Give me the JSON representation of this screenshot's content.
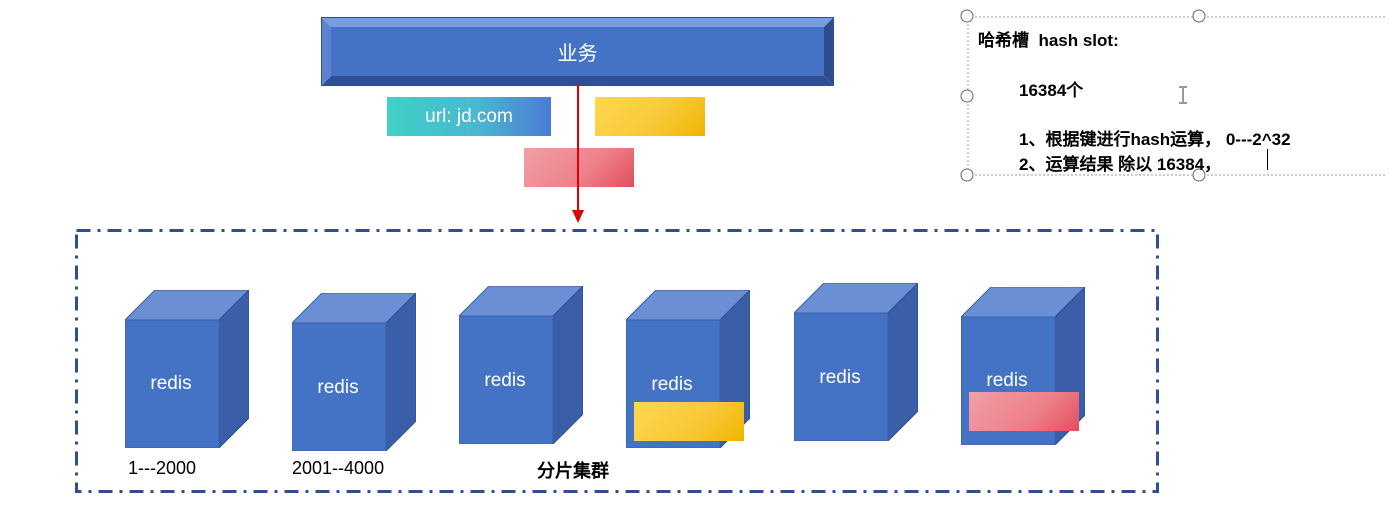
{
  "business": {
    "label": "业务"
  },
  "tags": {
    "url": "url: jd.com"
  },
  "hash_slot": {
    "title": "哈希槽  hash slot:",
    "count": "16384个",
    "step1": "1、根据键进行hash运算， 0---2^32",
    "step2": "2、运算结果 除以 16384，"
  },
  "nodes": [
    {
      "label": "redis",
      "range": "1---2000"
    },
    {
      "label": "redis",
      "range": "2001--4000"
    },
    {
      "label": "redis"
    },
    {
      "label": "redis"
    },
    {
      "label": "redis"
    },
    {
      "label": "redis"
    }
  ],
  "cluster": {
    "label": "分片集群"
  },
  "colors": {
    "cube_front": "#4472c4",
    "cube_top": "#6b8fd4",
    "cube_side": "#3a5fa8",
    "arrow": "#e00000",
    "frame": "#2f4f8f"
  }
}
